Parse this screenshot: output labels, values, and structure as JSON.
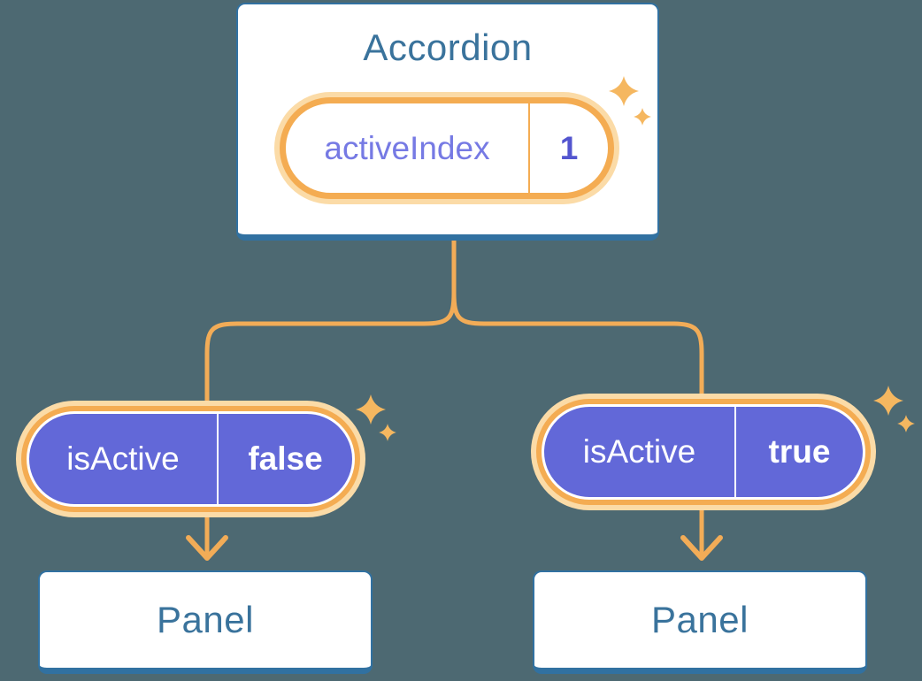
{
  "diagram": {
    "root": {
      "title": "Accordion",
      "state_name": "activeIndex",
      "state_value": "1"
    },
    "branches": [
      {
        "prop_name": "isActive",
        "prop_value": "false",
        "child_title": "Panel"
      },
      {
        "prop_name": "isActive",
        "prop_value": "true",
        "child_title": "Panel"
      }
    ]
  },
  "palette": {
    "background": "#4D6972",
    "card_background": "#FFFFFF",
    "card_border_blue": "#3171A1",
    "heading_text_blue": "#3A739C",
    "connector_orange": "#F2AC57",
    "ring_orange": "#F4AC52",
    "ring_glow_peach": "#FBDBA7",
    "pill_purple": "#6268D8",
    "state_name_text": "#767AE4",
    "state_value_text": "#5355CF",
    "pill_text_white": "#FFFFFF",
    "sparkle_orange": "#F5B760"
  }
}
